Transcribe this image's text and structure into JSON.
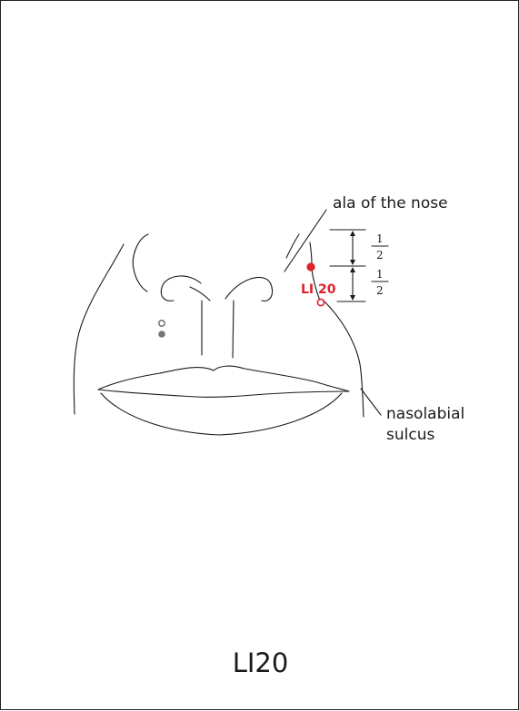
{
  "labels": {
    "ala": "ala of the nose",
    "nasolabial_line1": "nasolabial",
    "nasolabial_line2": "sulcus",
    "point": "LI 20"
  },
  "fractions": {
    "upper_num": "1",
    "upper_den": "2",
    "lower_num": "1",
    "lower_den": "2"
  },
  "title": "LI20",
  "colors": {
    "line": "#1a1a1a",
    "point": "#e0202a",
    "dot_gray": "#777777"
  }
}
